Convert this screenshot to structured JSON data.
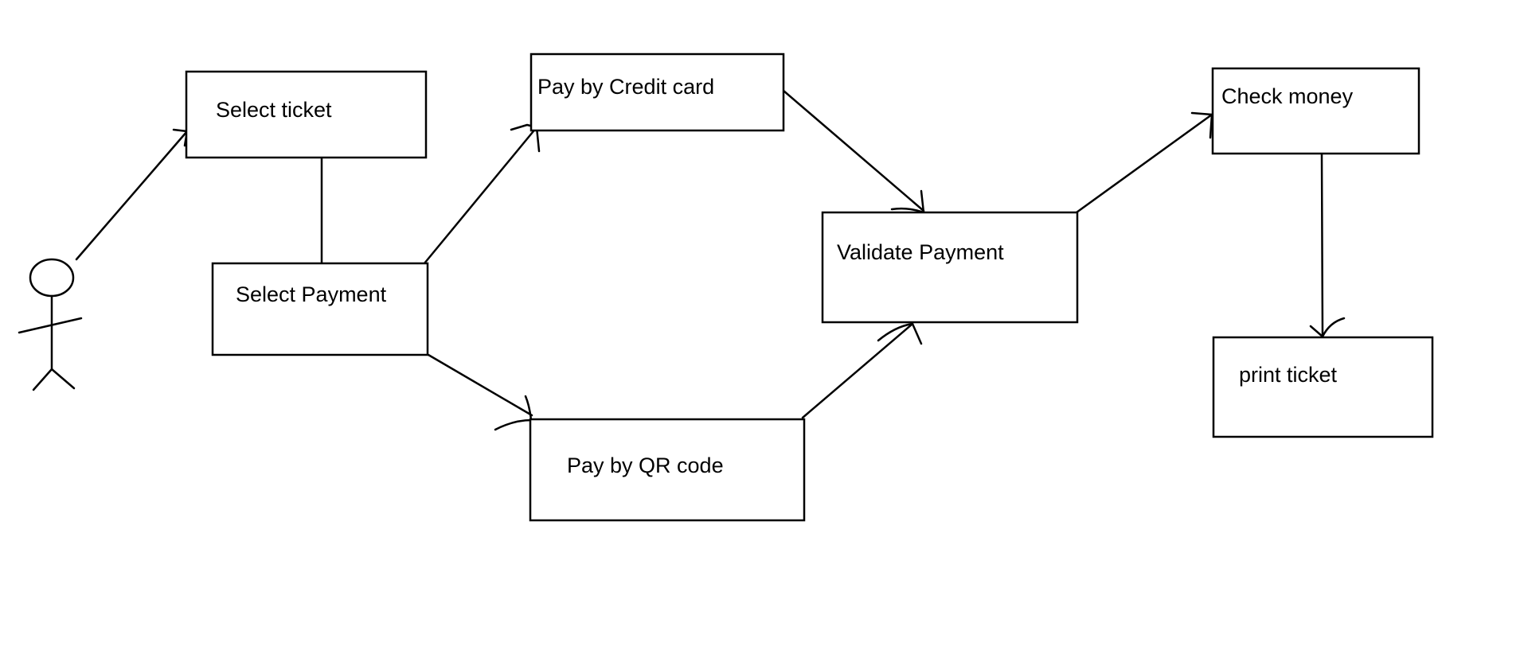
{
  "diagram": {
    "actor": {
      "label": ""
    },
    "nodes": {
      "select_ticket": "Select ticket",
      "select_payment": "Select Payment",
      "pay_credit_card": "Pay by Credit card",
      "pay_qr_code": "Pay by QR code",
      "validate_payment": "Validate Payment",
      "check_money": "Check money",
      "print_ticket": "print ticket"
    },
    "edges": [
      {
        "from": "actor",
        "to": "select_ticket",
        "arrow": true
      },
      {
        "from": "select_ticket",
        "to": "select_payment",
        "arrow": false
      },
      {
        "from": "select_payment",
        "to": "pay_credit_card",
        "arrow": true
      },
      {
        "from": "select_payment",
        "to": "pay_qr_code",
        "arrow": true
      },
      {
        "from": "pay_credit_card",
        "to": "validate_payment",
        "arrow": true
      },
      {
        "from": "pay_qr_code",
        "to": "validate_payment",
        "arrow": true
      },
      {
        "from": "validate_payment",
        "to": "check_money",
        "arrow": true
      },
      {
        "from": "check_money",
        "to": "print_ticket",
        "arrow": true
      }
    ],
    "colors": {
      "stroke": "#000000",
      "background": "#ffffff"
    }
  }
}
